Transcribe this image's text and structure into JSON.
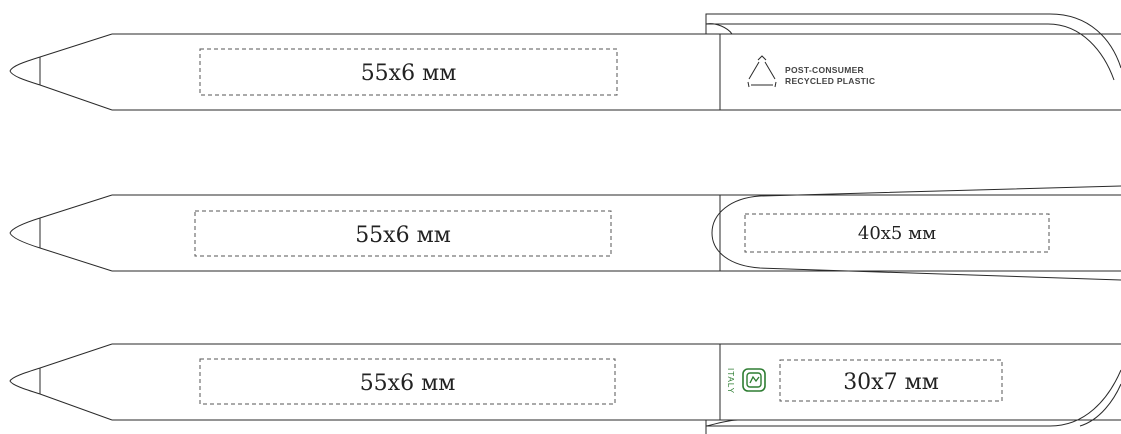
{
  "pens": [
    {
      "barrel_area": "55x6 мм",
      "clip_text_line1": "POST-CONSUMER",
      "clip_text_line2": "RECYCLED PLASTIC"
    },
    {
      "barrel_area": "55x6 мм",
      "clip_area": "40x5 мм"
    },
    {
      "barrel_area": "55x6 мм",
      "clip_area": "30x7 мм",
      "origin_text": "ITALY"
    }
  ],
  "icons": [
    "recycle-icon",
    "made-in-italy-icon"
  ],
  "colors": {
    "line": "#2a2a2a",
    "dashed_box": "#555555",
    "italy_mark": "#2e7d32"
  }
}
